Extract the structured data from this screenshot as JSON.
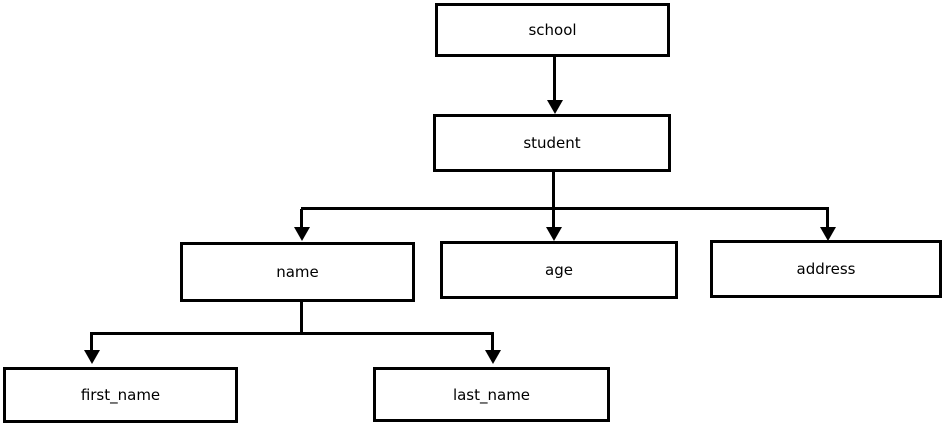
{
  "diagram": {
    "type": "tree",
    "background_color": "#ffffff",
    "node_fill_color": "#ffffff",
    "node_border_color": "#000000",
    "line_color": "#000000",
    "text_color": "#000000",
    "nodes": [
      {
        "id": "school",
        "label": "school",
        "level": 0
      },
      {
        "id": "student",
        "label": "student",
        "level": 1
      },
      {
        "id": "name",
        "label": "name",
        "level": 2
      },
      {
        "id": "age",
        "label": "age",
        "level": 2
      },
      {
        "id": "address",
        "label": "address",
        "level": 2
      },
      {
        "id": "first_name",
        "label": "first_name",
        "level": 3
      },
      {
        "id": "last_name",
        "label": "last_name",
        "level": 3
      }
    ],
    "edges": [
      {
        "from": "school",
        "to": "student"
      },
      {
        "from": "student",
        "to": "name"
      },
      {
        "from": "student",
        "to": "age"
      },
      {
        "from": "student",
        "to": "address"
      },
      {
        "from": "name",
        "to": "first_name"
      },
      {
        "from": "name",
        "to": "last_name"
      }
    ]
  }
}
